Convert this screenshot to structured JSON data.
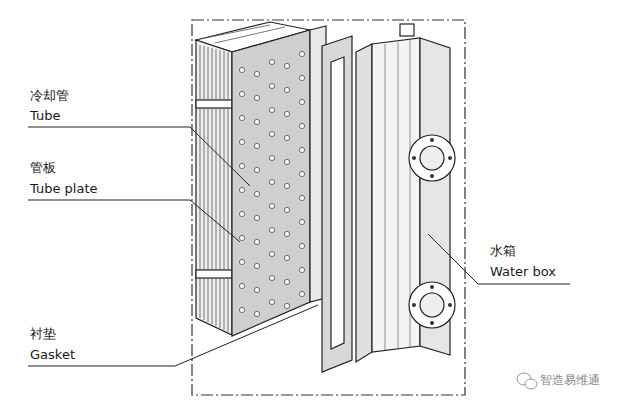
{
  "diagram": {
    "labels": [
      "冷却管",
      "Tube",
      "管板",
      "Tube plate",
      "衬垫",
      "Gasket",
      "水箱",
      "Water box",
      "智造易维通"
    ]
  }
}
